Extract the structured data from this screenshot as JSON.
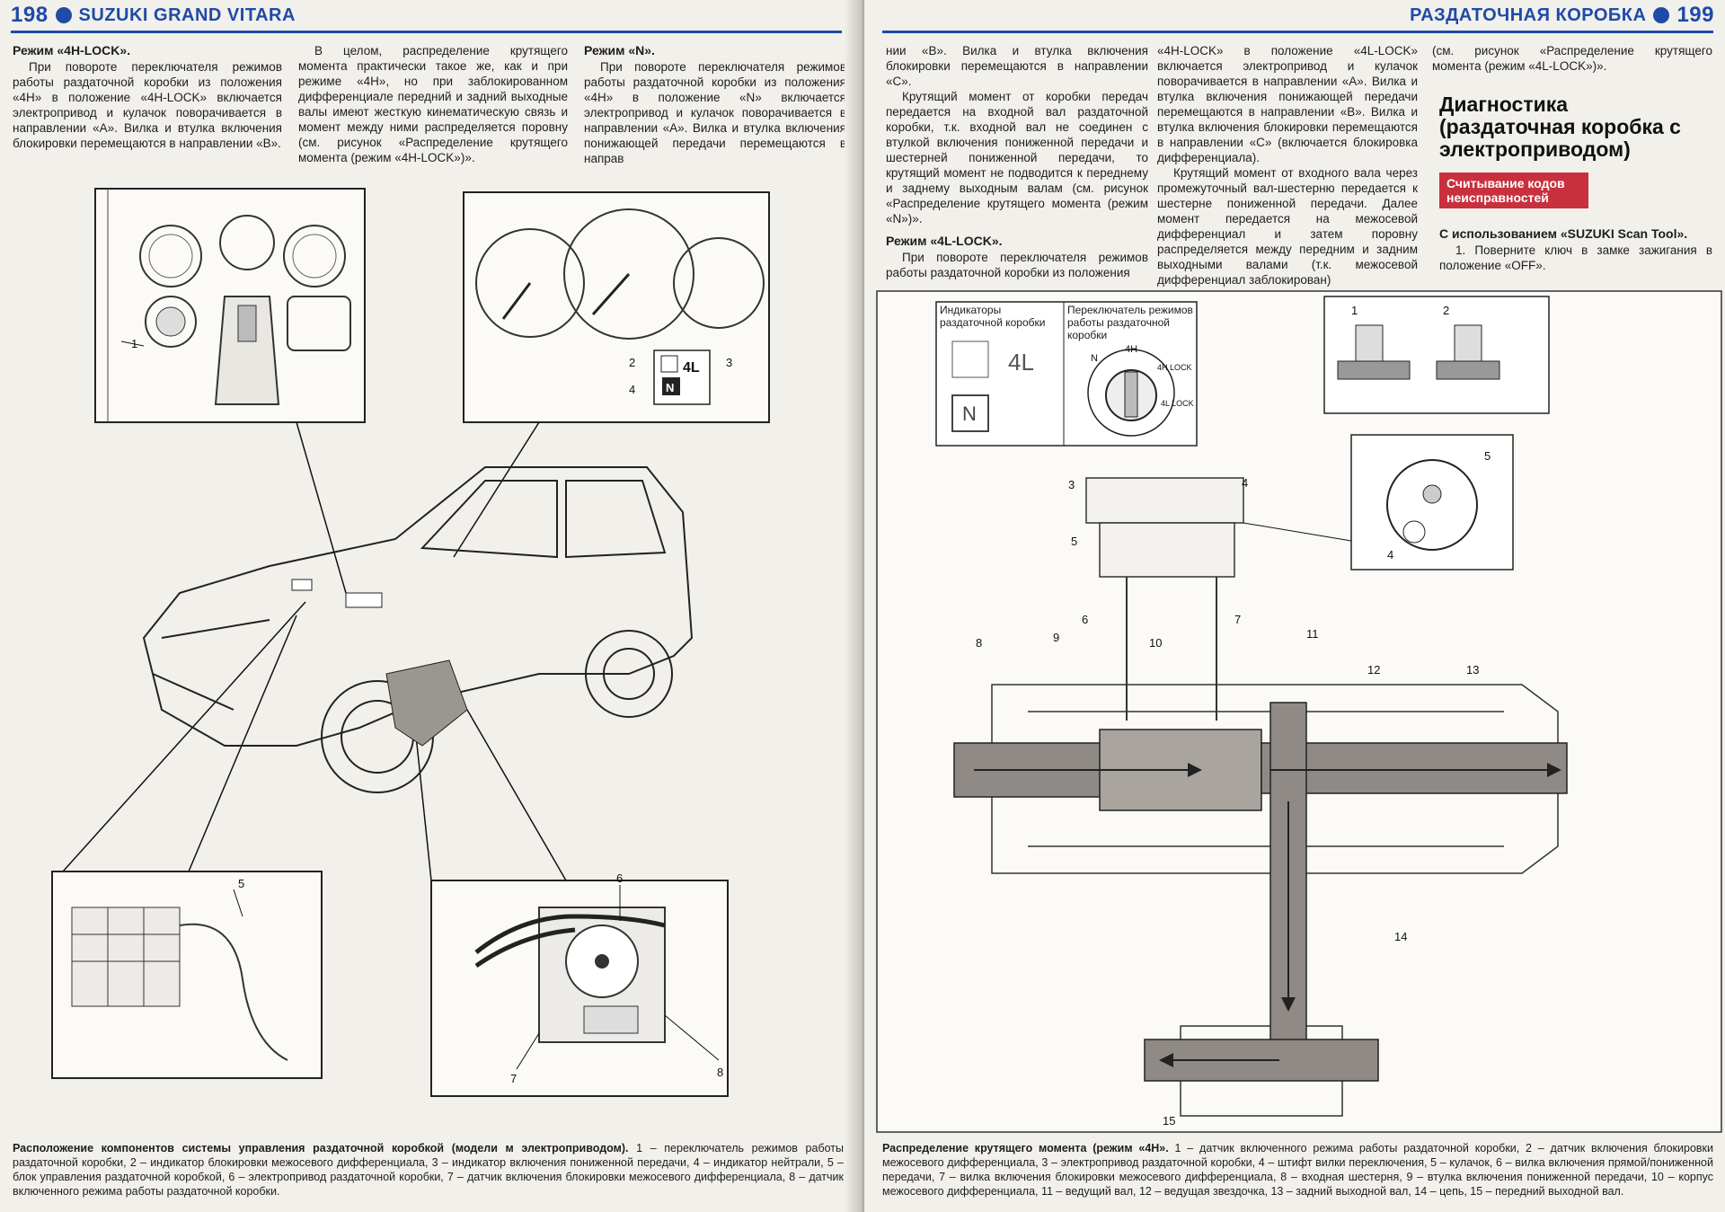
{
  "left_page": {
    "page_number": "198",
    "header_title": "SUZUKI GRAND VITARA",
    "col1": {
      "heading": "Режим «4H-LOCK».",
      "text": "При повороте переключателя режимов работы раздаточной коробки из положения «4H» в положение «4H-LOCK» включается электропривод и кулачок поворачивается в направлении «А». Вилка и втулка включения блокировки перемещаются в направлении «В»."
    },
    "col2": {
      "text": "В целом, распределение крутящего момента практически такое же, как и при режиме «4H», но при заблокированном дифференциале передний и задний выходные валы имеют жесткую кинематическую связь и момент между ними распределяется поровну (см. рисунок «Распределение крутящего момента (режим «4H-LOCK»)»."
    },
    "col3": {
      "heading": "Режим «N».",
      "text": "При повороте переключателя режимов работы раздаточной коробки из положения «4H» в положение «N» включается электропривод и кулачок поворачивается в направлении «А». Вилка и втулка включения понижающей передачи перемещаются в направ"
    },
    "figure_labels": {
      "l1": "1",
      "l2": "2",
      "l3": "3",
      "l4": "4",
      "l5": "5",
      "l6": "6",
      "l7": "7",
      "l8": "8",
      "ind_4l": "4L",
      "ind_n": "N"
    },
    "caption_bold": "Расположение компонентов системы управления раздаточной коробкой (модели м электроприводом).",
    "caption_text": " 1 – переключатель режимов работы раздаточной коробки, 2 – индикатор блокировки межосевого дифференциала, 3 – индикатор включения пониженной передачи, 4 – индикатор нейтрали, 5 – блок управления раздаточной коробкой, 6 – электропривод раздаточной коробки, 7 – датчик включения блокировки межосевого дифференциала, 8 – датчик включенного режима работы раздаточной коробки."
  },
  "right_page": {
    "page_number": "199",
    "header_title": "РАЗДАТОЧНАЯ КОРОБКА",
    "col1": {
      "text": "нии «В». Вилка и втулка включения блокировки перемещаются в направлении «С».",
      "p2": "Крутящий момент от коробки передач передается на входной вал раздаточной коробки, т.к. входной вал не соединен с втулкой включения пониженной передачи и шестерней пониженной передачи, то крутящий момент не подводится к переднему и заднему выходным валам (см. рисунок «Распределение крутящего момента (режим «N»)».",
      "heading": "Режим «4L-LOCK».",
      "p3": "При повороте переключателя режимов работы раздаточной коробки из положения"
    },
    "col2": {
      "text": "«4H-LOCK» в положение «4L-LOCK» включается электропривод и кулачок поворачивается в направлении «А». Вилка и втулка включения понижающей передачи перемещаются в направлении «В». Вилка и втулка включения блокировки перемещаются в направлении «С» (включается блокировка дифференциала).",
      "p2": "Крутящий момент от входного вала через промежуточный вал-шестерню передается к шестерне пониженной передачи. Далее момент передается на межосевой дифференциал и затем поровну распределяется между передним и задним выходными валами (т.к. межосевой дифференциал заблокирован)"
    },
    "col3": {
      "text": "(см. рисунок «Распределение крутящего момента (режим «4L-LOCK»)».",
      "title": "Диагностика (раздаточная коробка с электроприводом)",
      "tab": "Считывание кодов неисправностей",
      "subheading": "С использованием «SUZUKI Scan Tool».",
      "step1": "1. Поверните ключ в замке зажигания в положение «OFF»."
    },
    "figure_labels": {
      "indicators_title": "Индикаторы раздаточной коробки",
      "switch_title": "Переключатель режимов работы раздаточной коробки",
      "ind_4l": "4L",
      "ind_n": "N",
      "sw_n": "N",
      "sw_4h": "4H",
      "sw_4h_lock": "4H LOCK",
      "sw_4l_lock": "4L LOCK",
      "n1": "1",
      "n2": "2",
      "n3": "3",
      "n4": "4",
      "n4b": "4",
      "n5": "5",
      "n5b": "5",
      "n6": "6",
      "n7": "7",
      "n8": "8",
      "n9": "9",
      "n10": "10",
      "n11": "11",
      "n12": "12",
      "n13": "13",
      "n14": "14",
      "n15": "15"
    },
    "caption_bold": "Распределение крутящего момента (режим «4H».",
    "caption_text": " 1 – датчик включенного режима работы раздаточной коробки, 2 – датчик включения блокировки межосевого дифференциала, 3 – электропривод раздаточной коробки, 4 – штифт вилки переключения, 5 – кулачок, 6 – вилка включения прямой/пониженной передачи, 7 – вилка включения блокировки межосевого дифференциала, 8 – входная шестерня, 9 – втулка включения пониженной передачи, 10 – корпус межосевого дифференциала, 11 – ведущий вал, 12 – ведущая звездочка, 13 – задний выходной вал, 14 – цепь, 15 – передний выходной вал."
  },
  "colors": {
    "header_blue": "#1e4aa8",
    "tab_red": "#c9303d",
    "torque_gray": "#8f8a85"
  }
}
